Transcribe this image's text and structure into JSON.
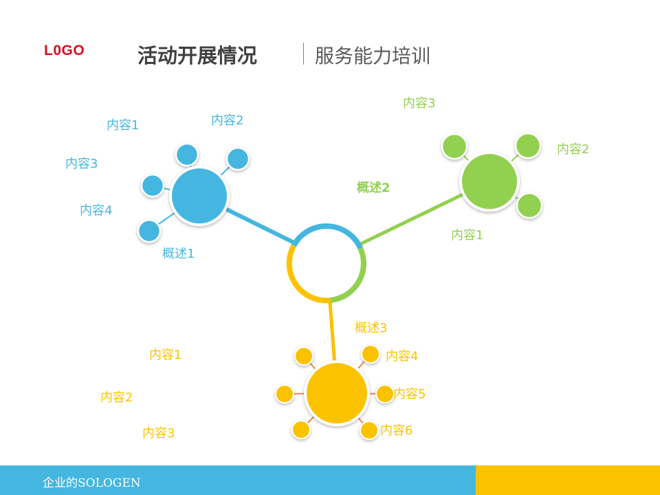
{
  "header": {
    "logo": "L0GO",
    "title": "活动开展情况",
    "subtitle": "服务能力培训"
  },
  "colors": {
    "blue": "#45b6e0",
    "green": "#92d050",
    "yellow": "#fbc200",
    "logo_red": "#d90f1f"
  },
  "blue_group": {
    "summary": "概述1",
    "items": [
      "内容1",
      "内容2",
      "内容3",
      "内容4"
    ]
  },
  "green_group": {
    "summary": "概述2",
    "items": [
      "内容3",
      "内容2",
      "内容1"
    ]
  },
  "yellow_group": {
    "summary": "概述3",
    "items": [
      "内容1",
      "内容2",
      "内容3",
      "内容4",
      "内容5",
      "内容6"
    ]
  },
  "footer": {
    "text": "企业的SOLOGEN"
  }
}
